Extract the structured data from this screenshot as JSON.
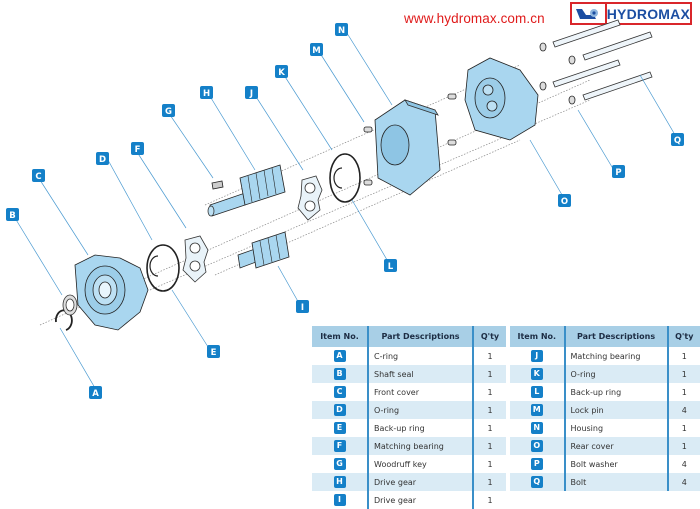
{
  "header": {
    "website": "www.hydromax.com.cn",
    "brand": "HYDROMAX",
    "brand_colors": {
      "border": "#d9262b",
      "text": "#1c4ea2",
      "url": "#e01b1b"
    }
  },
  "diagram": {
    "title": "Gear pump exploded view",
    "part_color": "#a9d6ef",
    "label_color": "#1480c8",
    "labels": [
      "A",
      "B",
      "C",
      "D",
      "E",
      "F",
      "G",
      "H",
      "I",
      "J",
      "K",
      "L",
      "M",
      "N",
      "O",
      "P",
      "Q"
    ]
  },
  "tables": [
    {
      "headers": {
        "item": "Item No.",
        "desc": "Part Descriptions",
        "qty": "Q'ty"
      },
      "rows": [
        {
          "item": "A",
          "desc": "C-ring",
          "qty": "1"
        },
        {
          "item": "B",
          "desc": "Shaft seal",
          "qty": "1"
        },
        {
          "item": "C",
          "desc": "Front cover",
          "qty": "1"
        },
        {
          "item": "D",
          "desc": "O-ring",
          "qty": "1"
        },
        {
          "item": "E",
          "desc": "Back-up ring",
          "qty": "1"
        },
        {
          "item": "F",
          "desc": "Matching bearing",
          "qty": "1"
        },
        {
          "item": "G",
          "desc": "Woodruff key",
          "qty": "1"
        },
        {
          "item": "H",
          "desc": "Drive gear",
          "qty": "1"
        },
        {
          "item": "I",
          "desc": "Drive gear",
          "qty": "1"
        }
      ]
    },
    {
      "headers": {
        "item": "Item No.",
        "desc": "Part Descriptions",
        "qty": "Q'ty"
      },
      "rows": [
        {
          "item": "J",
          "desc": "Matching bearing",
          "qty": "1"
        },
        {
          "item": "K",
          "desc": "O-ring",
          "qty": "1"
        },
        {
          "item": "L",
          "desc": "Back-up ring",
          "qty": "1"
        },
        {
          "item": "M",
          "desc": "Lock pin",
          "qty": "4"
        },
        {
          "item": "N",
          "desc": "Housing",
          "qty": "1"
        },
        {
          "item": "O",
          "desc": "Rear cover",
          "qty": "1"
        },
        {
          "item": "P",
          "desc": "Bolt washer",
          "qty": "4"
        },
        {
          "item": "Q",
          "desc": "Bolt",
          "qty": "4"
        }
      ]
    }
  ]
}
